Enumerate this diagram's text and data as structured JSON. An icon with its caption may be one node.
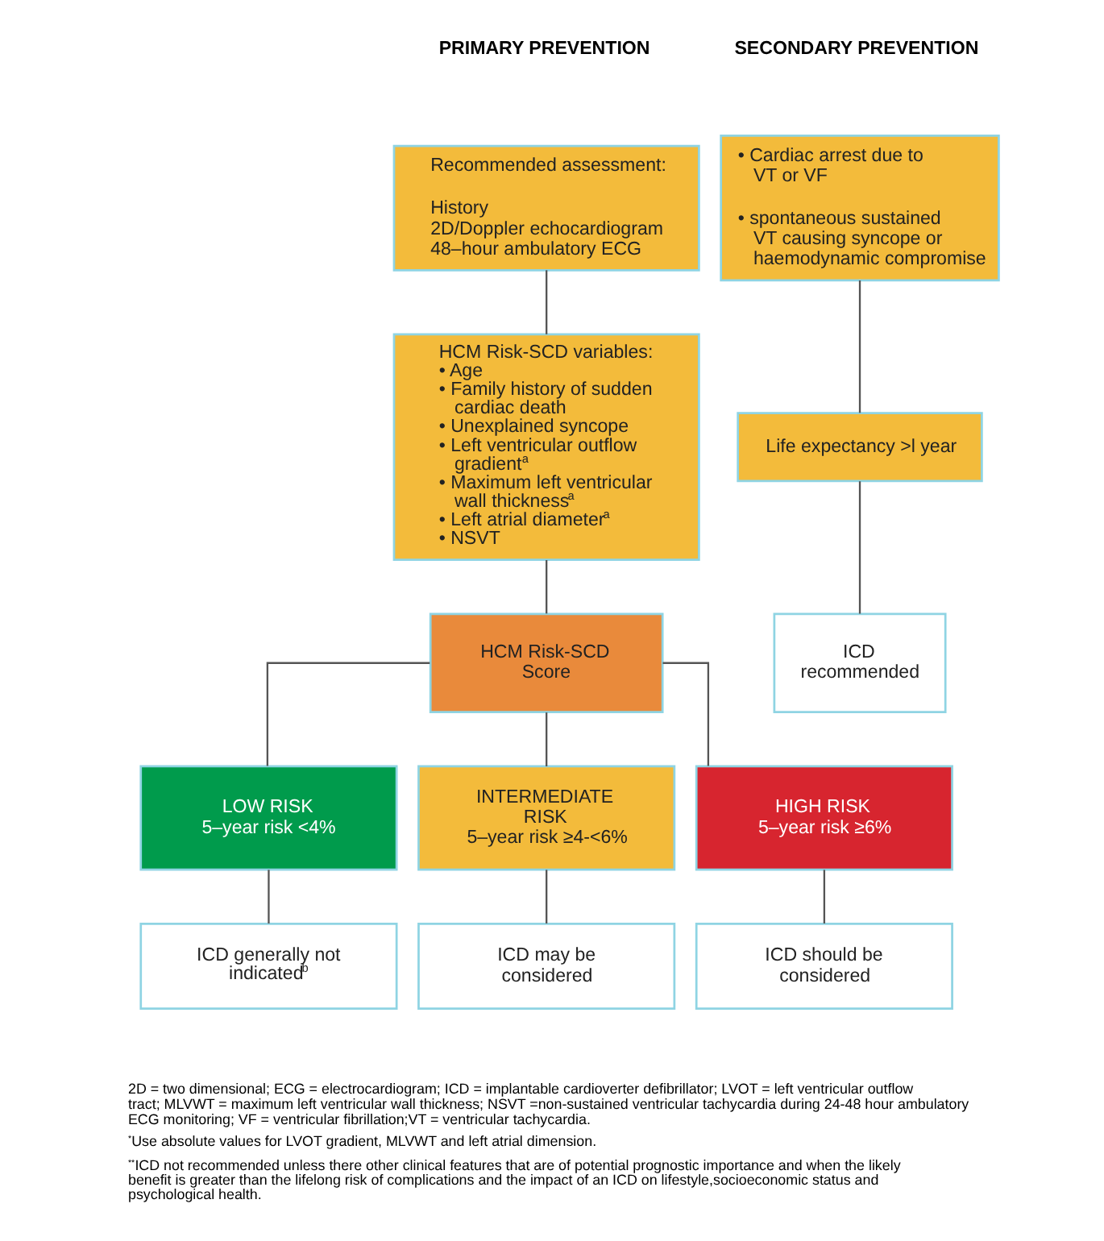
{
  "diagram": {
    "nodes": [
      {
        "text": [
          "Recommended assessment:",
          "History",
          "2D/Doppler echocardiogram",
          "48–hour ambulatory ECG"
        ]
      },
      {
        "text": [
          "HCM Risk-SCD variables:",
          "• Age",
          "• Family history of sudden cardiac death",
          "• Unexplained syncope",
          "• Left ventricular outflow gradient$^{a}$",
          "• Maximum left ventricular wall thickness$^{a}$",
          "• Left atrial diameter$^{a}$",
          "• NSVT"
        ]
      },
      {
        "text": [
          "HCM Risk-SCD Score"
        ]
      },
      {
        "text": [
          "LOW RISK",
          "5–year risk <4%"
        ]
      },
      {
        "text": [
          "INTERMEDIATE RISK",
          "5–year risk ≥4-<6%"
        ]
      },
      {
        "text": [
          "HIGH RISK",
          "5–year risk ≥6%"
        ]
      },
      {
        "text": [
          "ICD generally not indicated$^{b}$"
        ]
      },
      {
        "text": [
          "ICD may be considered"
        ]
      },
      {
        "text": [
          "ICD should be considered"
        ]
      },
      {
        "text": [
          "• Cardiac arrest due to VT or VF",
          "• spontaneous sustained VT causing syncope or haemodynamic compromise"
        ]
      },
      {
        "text": [
          "Life expectancy >l year"
        ]
      },
      {
        "text": [
          "ICD recommended"
        ]
      }
    ],
    "edges": [
      {
        "from": 0,
        "to": 1,
        "arrow": "none"
      },
      {
        "from": 1,
        "to": 2,
        "arrow": "none"
      },
      {
        "from": 2,
        "to": 3,
        "arrow": "none"
      },
      {
        "from": 2,
        "to": 4,
        "arrow": "none"
      },
      {
        "from": 2,
        "to": 5,
        "arrow": "none"
      },
      {
        "from": 3,
        "to": 6,
        "arrow": "none"
      },
      {
        "from": 4,
        "to": 7,
        "arrow": "none"
      },
      {
        "from": 5,
        "to": 8,
        "arrow": "none"
      },
      {
        "from": 9,
        "to": 10,
        "arrow": "none"
      },
      {
        "from": 10,
        "to": 11,
        "arrow": "none"
      }
    ],
    "labels": [
      "PRIMARY PREVENTION",
      "SECONDARY PREVENTION",
      "2D = two dimensional; ECG = electrocardiogram; ICD = implantable cardioverter defibrillator; LVOT = left ventricular outflow tract; MLVWT = maximum left ventricular wall thickness; NSVT =non-sustained ventricular tachycardia during 24-48 hour ambulatory ECG monitoring; VF = ventricular fibrillation;VT = ventricular tachycardia.",
      "$^{*}$Use absolute values for LVOT gradient, MLVWT and left atrial dimension.",
      "$^{**}$ICD not recommended unless there other clinical features that are of potential prognostic importance and when the likely benefit is greater than the lifelong risk of complications and the impact of an ICD on lifestyle,socioeconomic status and psychological health."
    ]
  }
}
